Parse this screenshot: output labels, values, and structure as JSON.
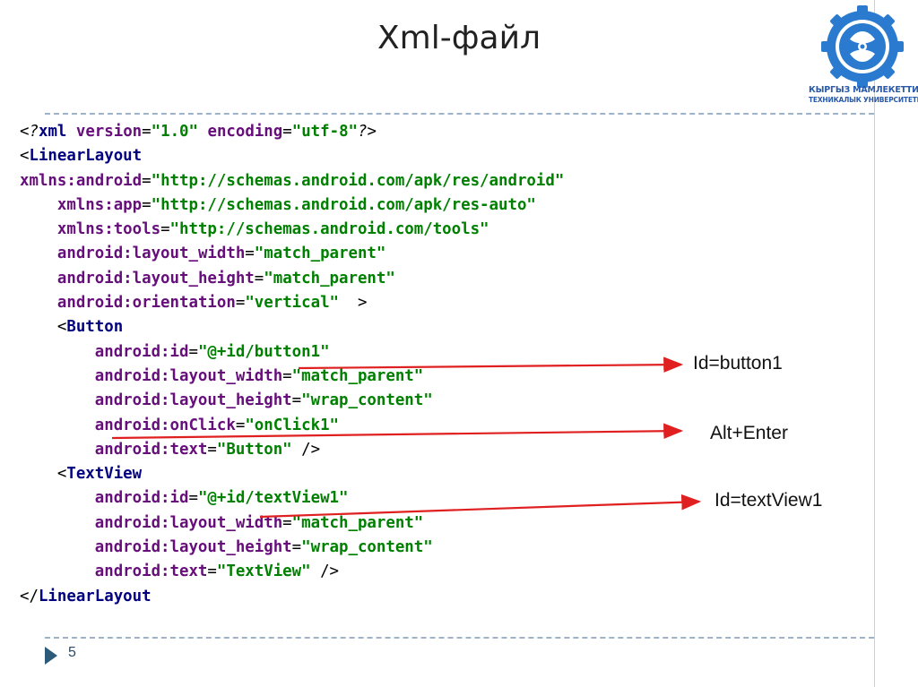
{
  "slide": {
    "title": "Xml-файл",
    "page_number": "5"
  },
  "logo": {
    "line1": "КЫРГЫЗ МАМЛЕКЕТТИК",
    "line2": "ТЕХНИКАЛЫК УНИВЕРСИТЕТИ"
  },
  "code_lines": [
    [
      [
        "p",
        "<"
      ],
      [
        "pi",
        "?"
      ],
      [
        "k",
        "xml "
      ],
      [
        "a",
        "version"
      ],
      [
        "p",
        "="
      ],
      [
        "v",
        "\"1.0\""
      ],
      [
        "p",
        " "
      ],
      [
        "a",
        "encoding"
      ],
      [
        "p",
        "="
      ],
      [
        "v",
        "\"utf-8\""
      ],
      [
        "pi",
        "?"
      ],
      [
        "p",
        ">"
      ]
    ],
    [
      [
        "p",
        "<"
      ],
      [
        "k",
        "LinearLayout"
      ]
    ],
    [
      [
        "a",
        "xmlns:android"
      ],
      [
        "p",
        "="
      ],
      [
        "v",
        "\"http://schemas.android.com/apk/res/android\""
      ]
    ],
    [
      [
        "p",
        "    "
      ],
      [
        "a",
        "xmlns:app"
      ],
      [
        "p",
        "="
      ],
      [
        "v",
        "\"http://schemas.android.com/apk/res-auto\""
      ]
    ],
    [
      [
        "p",
        "    "
      ],
      [
        "a",
        "xmlns:tools"
      ],
      [
        "p",
        "="
      ],
      [
        "v",
        "\"http://schemas.android.com/tools\""
      ]
    ],
    [
      [
        "p",
        "    "
      ],
      [
        "a",
        "android:layout_width"
      ],
      [
        "p",
        "="
      ],
      [
        "v",
        "\"match_parent\""
      ]
    ],
    [
      [
        "p",
        "    "
      ],
      [
        "a",
        "android:layout_height"
      ],
      [
        "p",
        "="
      ],
      [
        "v",
        "\"match_parent\""
      ]
    ],
    [
      [
        "p",
        "    "
      ],
      [
        "a",
        "android:orientation"
      ],
      [
        "p",
        "="
      ],
      [
        "v",
        "\"vertical\""
      ],
      [
        "p",
        "  >"
      ]
    ],
    [
      [
        "p",
        "    <"
      ],
      [
        "k",
        "Button"
      ]
    ],
    [
      [
        "p",
        "        "
      ],
      [
        "a",
        "android:id"
      ],
      [
        "p",
        "="
      ],
      [
        "v",
        "\"@+id/button1\""
      ]
    ],
    [
      [
        "p",
        "        "
      ],
      [
        "a",
        "android:layout_width"
      ],
      [
        "p",
        "="
      ],
      [
        "v",
        "\"match_parent\""
      ]
    ],
    [
      [
        "p",
        "        "
      ],
      [
        "a",
        "android:layout_height"
      ],
      [
        "p",
        "="
      ],
      [
        "v",
        "\"wrap_content\""
      ]
    ],
    [
      [
        "p",
        "        "
      ],
      [
        "a",
        "android:onClick"
      ],
      [
        "p",
        "="
      ],
      [
        "v",
        "\"onClick1\""
      ]
    ],
    [
      [
        "p",
        "        "
      ],
      [
        "a",
        "android:text"
      ],
      [
        "p",
        "="
      ],
      [
        "v",
        "\"Button\""
      ],
      [
        "p",
        " />"
      ]
    ],
    [
      [
        "p",
        "    <"
      ],
      [
        "k",
        "TextView"
      ]
    ],
    [
      [
        "p",
        "        "
      ],
      [
        "a",
        "android:id"
      ],
      [
        "p",
        "="
      ],
      [
        "v",
        "\"@+id/textView1\""
      ]
    ],
    [
      [
        "p",
        "        "
      ],
      [
        "a",
        "android:layout_width"
      ],
      [
        "p",
        "="
      ],
      [
        "v",
        "\"match_parent\""
      ]
    ],
    [
      [
        "p",
        "        "
      ],
      [
        "a",
        "android:layout_height"
      ],
      [
        "p",
        "="
      ],
      [
        "v",
        "\"wrap_content\""
      ]
    ],
    [
      [
        "p",
        "        "
      ],
      [
        "a",
        "android:text"
      ],
      [
        "p",
        "="
      ],
      [
        "v",
        "\"TextView\""
      ],
      [
        "p",
        " />"
      ]
    ],
    [
      [
        "p",
        "</"
      ],
      [
        "k",
        "LinearLayout"
      ],
      [
        "p",
        ""
      ]
    ]
  ],
  "annotations": {
    "button_id": "Id=button1",
    "alt_enter": "Alt+Enter",
    "textview_id": "Id=textView1"
  },
  "colors": {
    "accent_arrow": "#e02020",
    "xml_tag": "#000080",
    "xml_attribute": "#660e7a",
    "xml_value": "#008000",
    "logo_blue": "#2a5aa8"
  }
}
